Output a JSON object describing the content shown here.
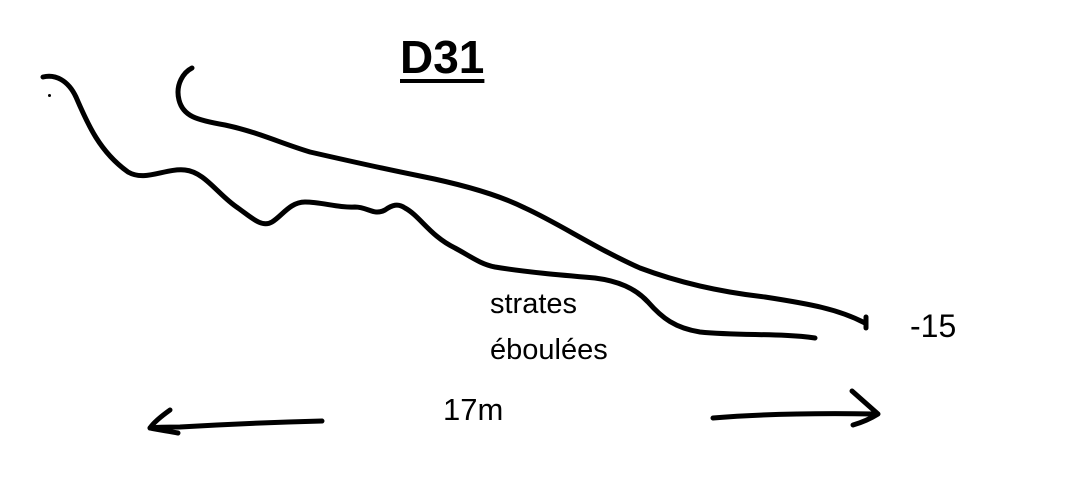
{
  "title": "D31",
  "labels": {
    "rockfall_line1": "strates",
    "rockfall_line2": "éboulées",
    "depth": "-15",
    "length": "17m"
  }
}
